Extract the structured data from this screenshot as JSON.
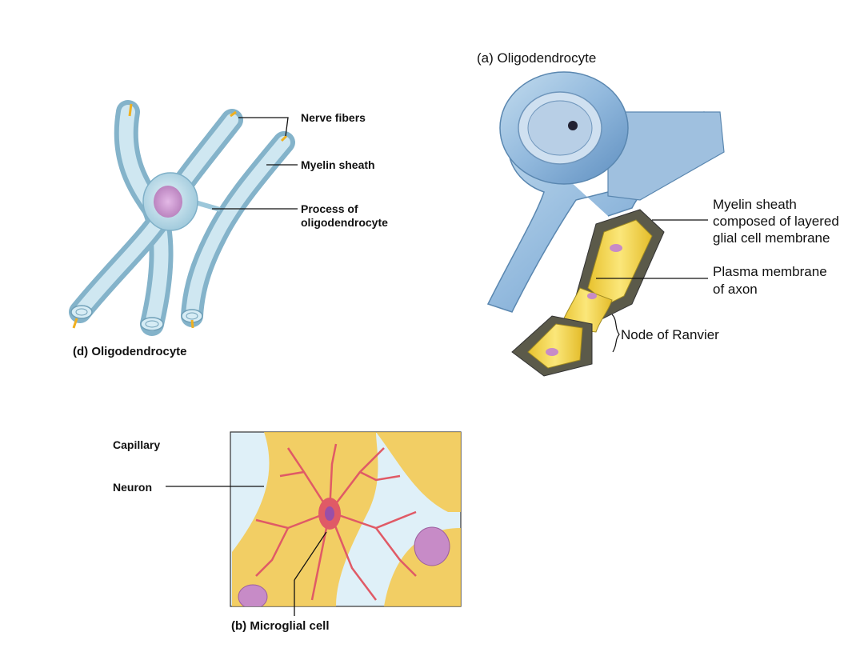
{
  "panel_d": {
    "caption": "(d) Oligodendrocyte",
    "labels": {
      "nerve_fibers": "Nerve fibers",
      "myelin_sheath": "Myelin sheath",
      "process_line1": "Process of",
      "process_line2": "oligodendrocyte"
    }
  },
  "panel_a": {
    "caption": "(a)  Oligodendrocyte",
    "labels": {
      "myelin_line1": "Myelin sheath",
      "myelin_line2": "composed of layered",
      "myelin_line3": "glial cell membrane",
      "plasma_line1": "Plasma membrane",
      "plasma_line2": "of axon",
      "node": "Node of Ranvier"
    }
  },
  "panel_b": {
    "caption": "(b) Microglial cell",
    "labels": {
      "capillary": "Capillary",
      "neuron": "Neuron"
    }
  },
  "colors": {
    "glial_blue": "#a9cde0",
    "axon_yellow": "#f2d84a",
    "microglia_red": "#e05a66",
    "neuron_yellow": "#f6c84a",
    "nucleus_purple": "#c78bc7"
  }
}
